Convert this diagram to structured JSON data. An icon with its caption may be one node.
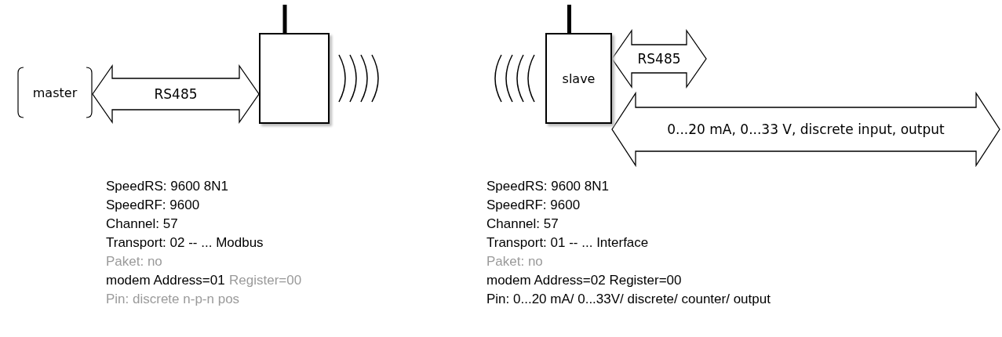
{
  "diagram": {
    "nodes": [
      {
        "text": [
          "master"
        ]
      },
      {
        "text": [],
        "shape": "box"
      },
      {
        "text": [
          "slave"
        ]
      }
    ],
    "edges": [
      {
        "from": 0,
        "to": 1,
        "arrow": "both",
        "label": "RS485"
      },
      {
        "from": 2,
        "to": null,
        "arrow": "both",
        "label": "RS485"
      },
      {
        "from": 2,
        "to": null,
        "arrow": "both",
        "label": "0...20 mA, 0...33 V, discrete input, output"
      }
    ],
    "labels": [
      "SpeedRS: 9600 8N1",
      "SpeedRF: 9600",
      "Channel: 57",
      "Transport: 02 -- ... Modbus",
      "Paket: no",
      "modem Address=01",
      "Register=00",
      "Pin: discrete n-p-n pos",
      "SpeedRS: 9600 8N1",
      "SpeedRF: 9600",
      "Channel: 57",
      "Transport: 01 -- ... Interface",
      "Paket: no",
      "modem Address=02 Register=00",
      "Pin: 0...20 mA/ 0...33V/ discrete/ counter/ output"
    ]
  }
}
